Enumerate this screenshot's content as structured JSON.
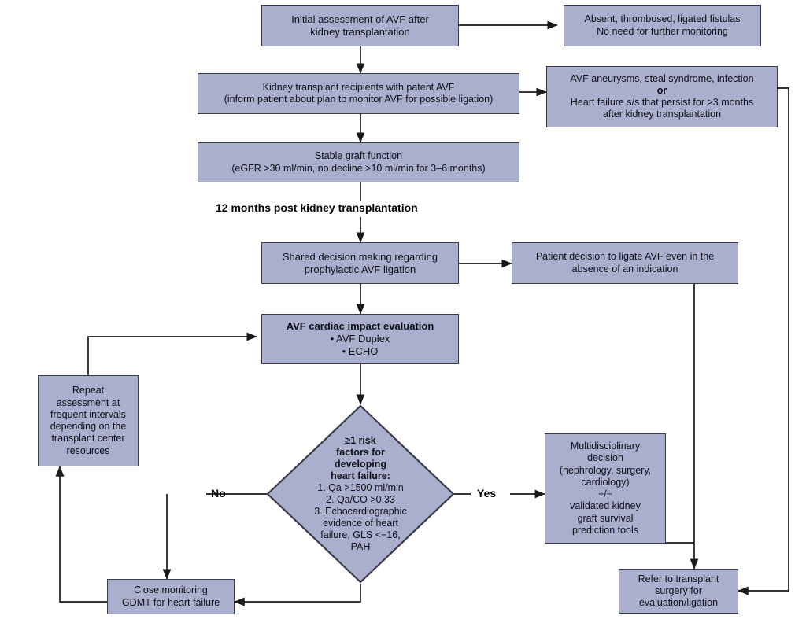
{
  "diagram": {
    "title": "AVF management algorithm after kidney transplantation",
    "colors": {
      "node_fill": "#a9afcd",
      "node_border": "#3a3a4a",
      "connector": "#1a1a1a",
      "background": "#ffffff",
      "text": "#101018"
    },
    "nodes": {
      "initial_assessment": {
        "line1": "Initial assessment of AVF after",
        "line2": "kidney transplantation"
      },
      "absent_fistulas": {
        "line1": "Absent, thrombosed, ligated fistulas",
        "line2": "No need for further monitoring"
      },
      "patent_avf": {
        "line1": "Kidney transplant recipients with patent AVF",
        "line2": "(inform patient about plan to monitor AVF for possible ligation)"
      },
      "complications": {
        "line1": "AVF aneurysms, steal syndrome, infection",
        "line2": "or",
        "line3": "Heart failure s/s that persist for >3 months",
        "line4": "after kidney transplantation"
      },
      "stable_graft": {
        "line1": "Stable graft function",
        "line2": "(eGFR >30 ml/min, no decline >10 ml/min for 3–6 months)"
      },
      "shared_decision": {
        "line1": "Shared decision making regarding",
        "line2": "prophylactic AVF ligation"
      },
      "patient_decision": {
        "line1": "Patient decision to ligate AVF even in the",
        "line2": "absence of an indication"
      },
      "cardiac_eval": {
        "heading": "AVF cardiac impact evaluation",
        "bullet1": "• AVF Duplex",
        "bullet2": "• ECHO"
      },
      "repeat_assessment": {
        "line1": "Repeat",
        "line2": "assessment at",
        "line3": "frequent intervals",
        "line4": "depending on the",
        "line5": "transplant center",
        "line6": "resources"
      },
      "risk_diamond": {
        "heading1": "≥1 risk",
        "heading2": "factors for",
        "heading3": "developing",
        "heading4": "heart failure:",
        "item1": "1. Qa >1500 ml/min",
        "item2": "2. Qa/CO >0.33",
        "item3a": "3. Echocardiographic",
        "item3b": "evidence of heart",
        "item3c": "failure, GLS <−16,",
        "item3d": "PAH"
      },
      "multidisciplinary": {
        "line1": "Multidisciplinary",
        "line2": "decision",
        "line3": "(nephrology, surgery,",
        "line4": "cardiology)",
        "line5": "+/−",
        "line6": "validated kidney",
        "line7": "graft survival",
        "line8": "prediction tools"
      },
      "refer_surgery": {
        "line1": "Refer to transplant",
        "line2": "surgery for",
        "line3": "evaluation/ligation"
      },
      "close_monitoring": {
        "line1": "Close monitoring",
        "line2": "GDMT for heart failure"
      }
    },
    "labels": {
      "twelve_months": "12 months post kidney transplantation",
      "no_branch": "No",
      "yes_branch": "Yes"
    }
  }
}
